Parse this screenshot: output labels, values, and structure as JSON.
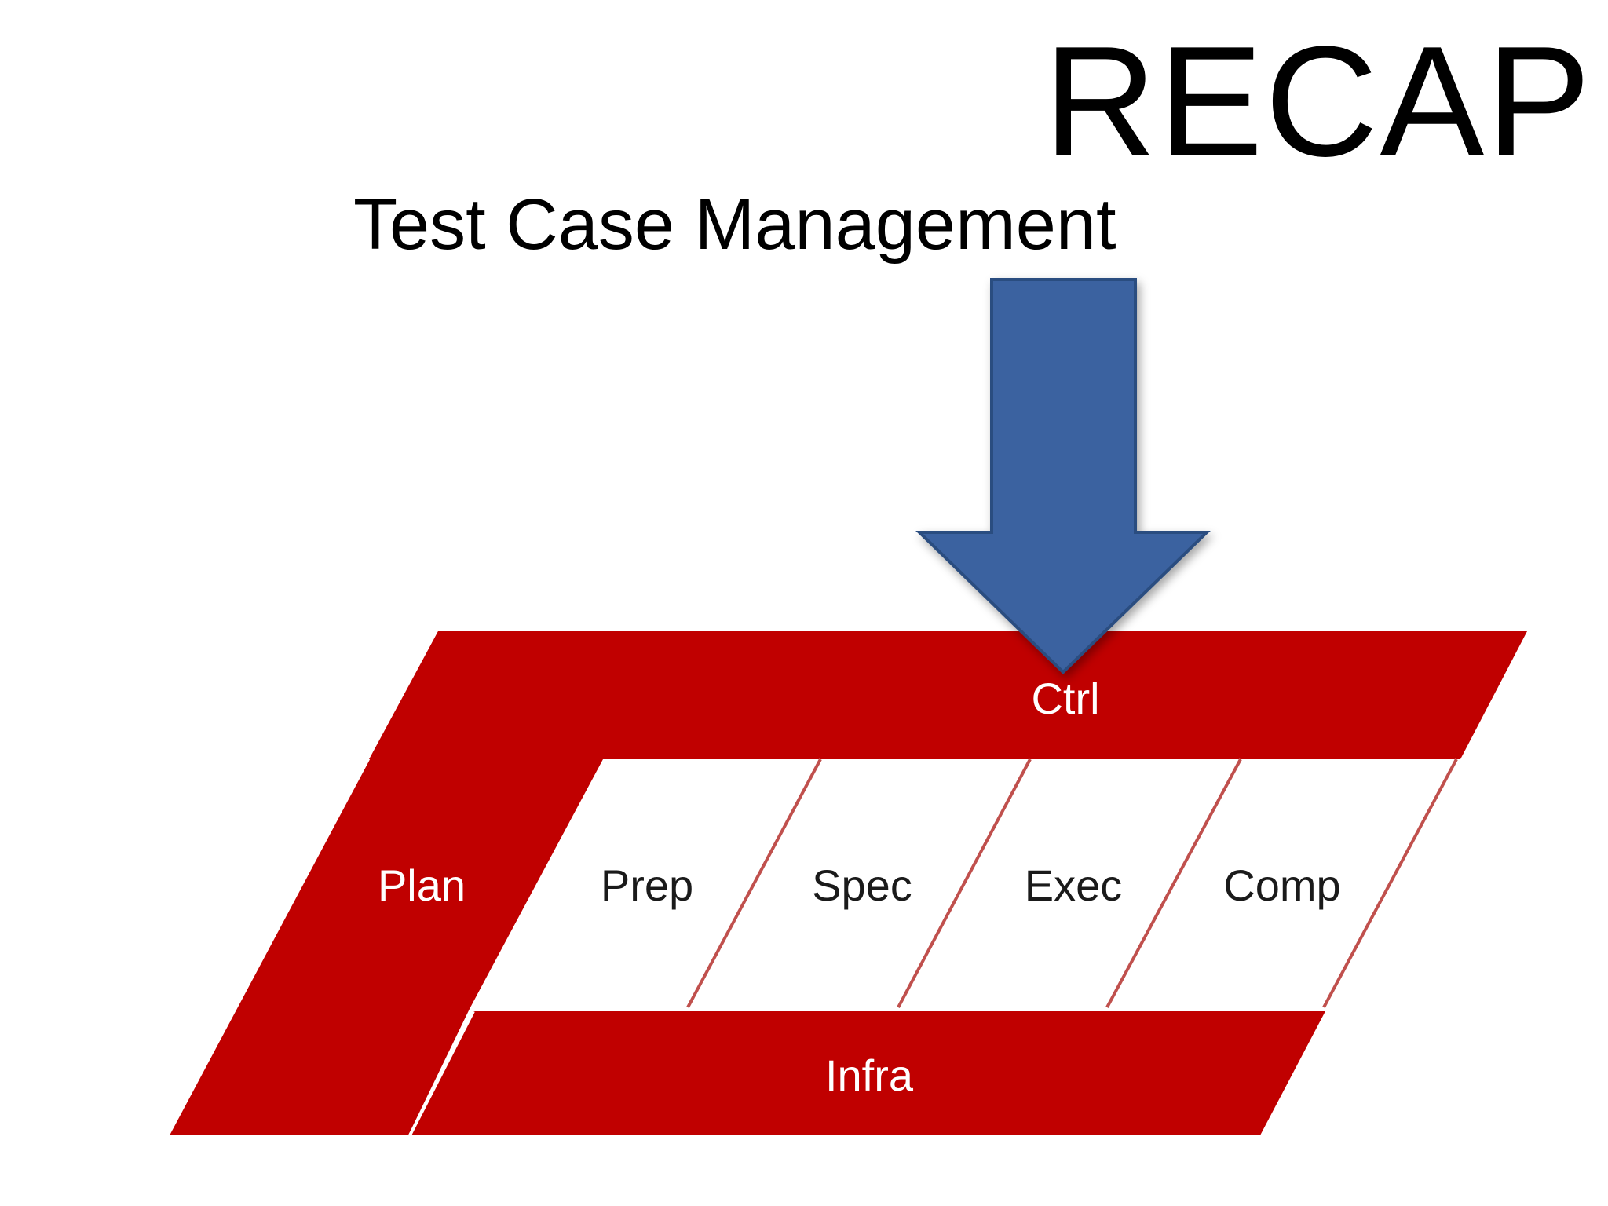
{
  "slide": {
    "title": "RECAP",
    "subtitle": "Test Case Management"
  },
  "diagram": {
    "ctrl_label": "Ctrl",
    "plan_label": "Plan",
    "infra_label": "Infra",
    "phases": [
      "Prep",
      "Spec",
      "Exec",
      "Comp"
    ]
  },
  "colors": {
    "band_red": "#c00000",
    "band_label": "#ffffff",
    "phase_label": "#1a1a1a",
    "divider": "#c0504d",
    "arrow_fill": "#3b62a0",
    "arrow_stroke": "#2c4d80"
  }
}
